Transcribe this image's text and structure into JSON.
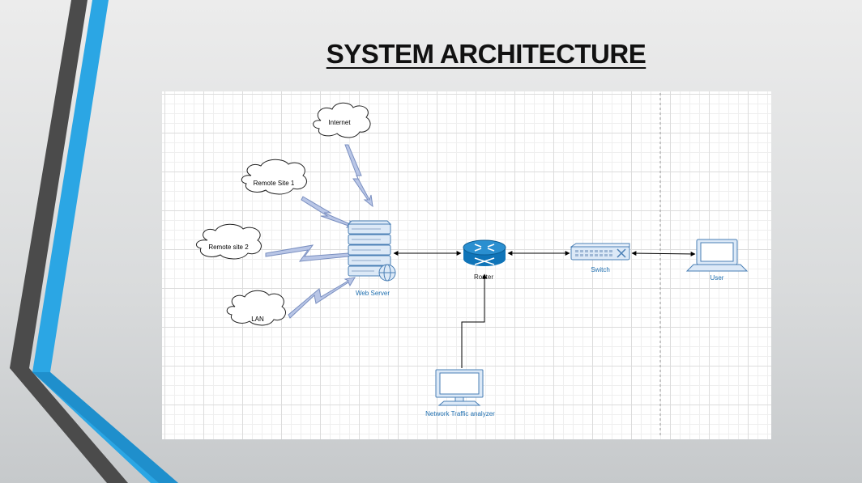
{
  "slide": {
    "title": "SYSTEM ARCHITECTURE"
  },
  "diagram": {
    "clouds": {
      "internet": "Internet",
      "remote_site_1": "Remote Site 1",
      "remote_site_2": "Remote site 2",
      "lan": "LAN"
    },
    "devices": {
      "web_server": "Web Server",
      "router": "Router",
      "switch": "Switch",
      "user": "User",
      "network_traffic_analyzer": "Network Traffic analyzer"
    },
    "colors": {
      "device_label": "#1f6fb0",
      "device_fill": "#dce9f7",
      "device_stroke": "#4a7fb5",
      "router_fill": "#0f74b8",
      "lightning": "#7a8fc0",
      "accent_blue": "#29a3e0",
      "accent_dark": "#4a4a4a"
    }
  }
}
